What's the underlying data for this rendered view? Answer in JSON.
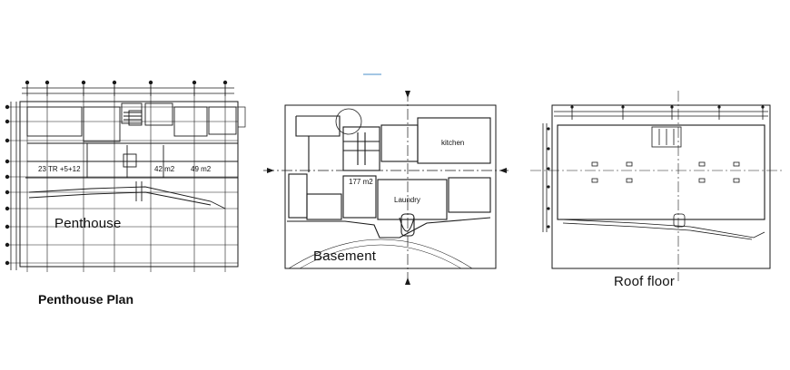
{
  "drawing": {
    "colors": {
      "line": "#1a1a1a",
      "accent": "#4a8fc9"
    },
    "penthouse": {
      "caption": "Penthouse Plan",
      "title": "Penthouse",
      "room_labels": [
        "23 TR +5+12",
        "42 m2",
        "49 m2"
      ]
    },
    "basement": {
      "title": "Basement",
      "room_labels": [
        "177 m2",
        "kitchen",
        "Laundry"
      ]
    },
    "roof": {
      "title": "Roof floor"
    }
  }
}
